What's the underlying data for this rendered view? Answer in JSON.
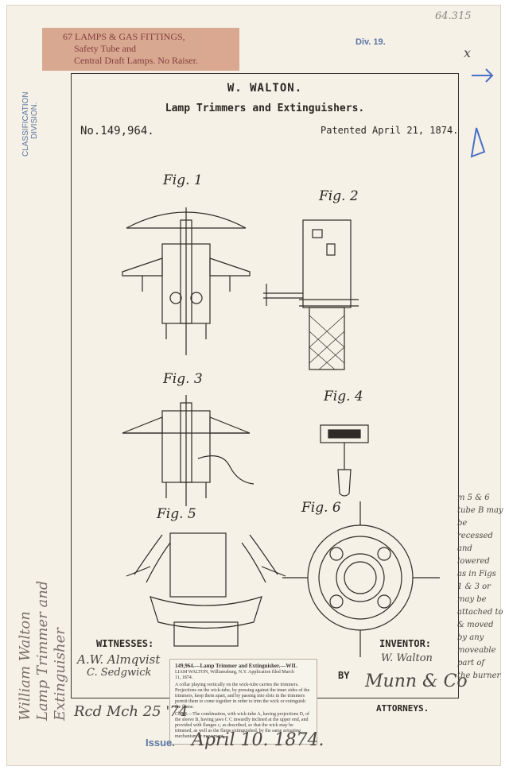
{
  "header_notes": {
    "corner_number": "64.315",
    "division": "Div. 19.",
    "corner_marks": "x",
    "classification": "CLASSIFICATION",
    "division_label": "DIVISION."
  },
  "category_label": {
    "line1": "67 LAMPS & GAS FITTINGS,",
    "line2": "Safety Tube and",
    "line3": "Central Draft Lamps. No Raiser."
  },
  "patent": {
    "inventor_name": "W. WALTON.",
    "title": "Lamp Trimmers and Extinguishers.",
    "number": "No.149,964.",
    "date": "Patented April 21, 1874."
  },
  "figures": [
    "Fig. 1",
    "Fig. 2",
    "Fig. 3",
    "Fig. 4",
    "Fig. 5",
    "Fig. 6"
  ],
  "labels": {
    "witnesses": "WITNESSES:",
    "inventor": "INVENTOR:",
    "by": "BY",
    "attorneys": "ATTORNEYS."
  },
  "signatures": {
    "witness1": "A.W. Almqvist",
    "witness2": "C. Sedgwick",
    "inventor": "W. Walton",
    "attorneys": "Munn & Co"
  },
  "side_note": [
    "m 5 & 6",
    "tube B may",
    "be recessed",
    "and lowered",
    "as in Figs",
    "1 & 3 or",
    "may be",
    "attached to",
    "& moved",
    "by any",
    "moveable",
    "part of",
    "the burner"
  ],
  "margin_script": [
    "William Walton",
    "Lamp Trimmer and",
    "Extinguisher"
  ],
  "received": "Rcd Mch 25 '74",
  "issue": {
    "label": "Issue.",
    "date": "April 10. 1874."
  },
  "clipping": {
    "heading": "149,964.—Lamp Trimmer and Extinguisher.—WIL",
    "line2": "LIAM WALTON, Williamsburg, N.Y. Application filed March",
    "line3": "11, 1874.",
    "body": "A collar playing vertically on the wick-tube carries the trimmers. Projections on the wick-tube, by pressing against the inner sides of the trimmers, keep them apart, and by passing into slots in the trimmers permit them to come together in order to trim the wick or extinguish the flame.",
    "claim": "Claim.—The combination, with wick-tube A, having projections D, of the sleeve B, having jaws C C inwardly inclined at the upper end, and provided with flanges c, as described, so that the wick may be trimmed, as well as the flame extinguished, by the same actuating mechanism or movement."
  },
  "colors": {
    "paper": "#f5f1e6",
    "stamp_blue": "#5b74a3",
    "label_pink": "#d7a28a",
    "ink": "#2a2622"
  }
}
